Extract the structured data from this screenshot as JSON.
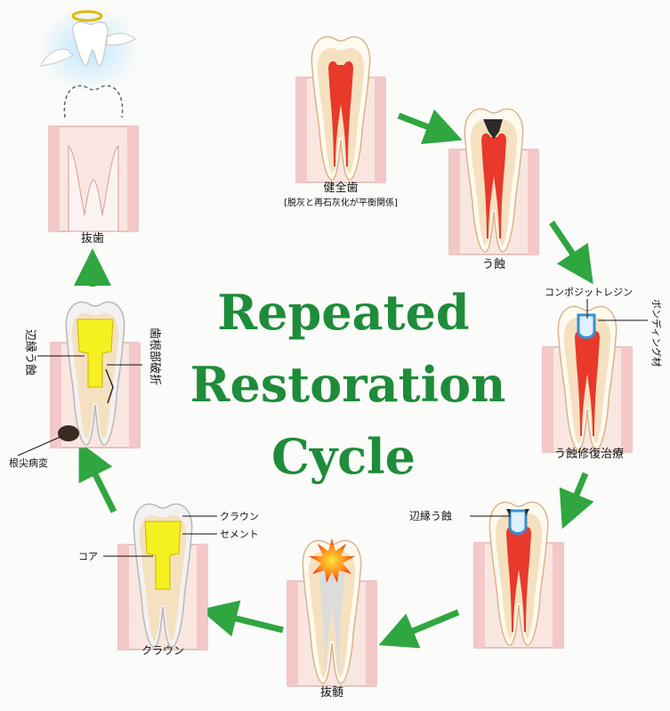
{
  "title": {
    "line1": "Repeated",
    "line2": "Restoration",
    "line3": "Cycle"
  },
  "stages": {
    "healthy": {
      "label": "健全歯",
      "sublabel": "[脱灰と再石灰化が平衡関係]"
    },
    "caries": {
      "label": "う蝕"
    },
    "restoration": {
      "label": "う蝕修復治療",
      "callout_resin": "コンポジットレジン",
      "callout_bonding": "ボンディング材"
    },
    "marginal": {
      "label": "辺縁う蝕"
    },
    "pulp": {
      "label": "抜髄"
    },
    "crown": {
      "label": "クラウン",
      "callout_crown": "クラウン",
      "callout_cement": "セメント",
      "callout_core": "コア"
    },
    "failure": {
      "callout_marginal": "辺縁う蝕",
      "callout_fracture": "歯根部破折",
      "callout_apical": "根尖病変"
    },
    "extraction": {
      "label": "抜歯"
    }
  },
  "colors": {
    "title": "#1e8c3a",
    "arrow": "#2fa63f",
    "enamel": "#fffaf0",
    "dentin": "#f5e1c0",
    "pulp": "#e8392b",
    "gum": "#f4c8c8",
    "bone": "#f9e6e0",
    "restoration": "#f5f020",
    "resin_outline": "#3a8fd0",
    "halo": "#bfe6ff"
  }
}
